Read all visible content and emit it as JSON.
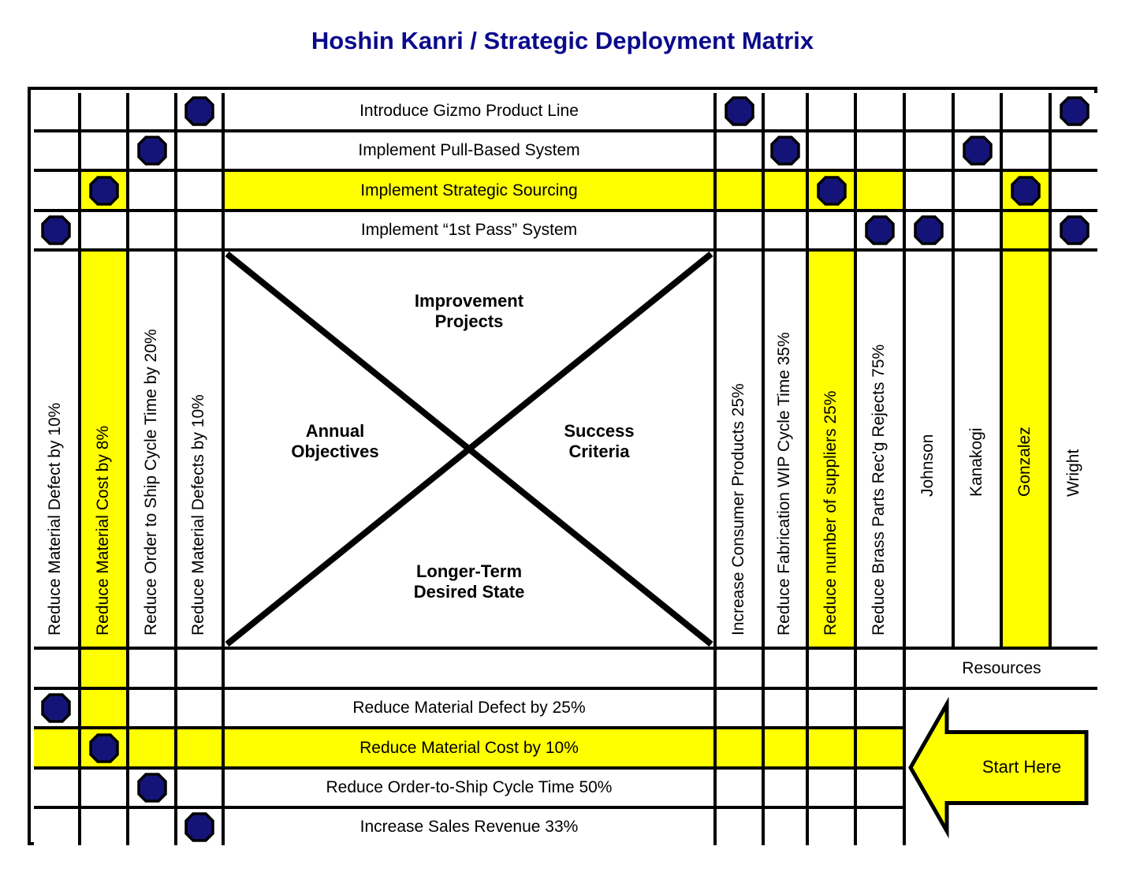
{
  "title": "Hoshin Kanri / Strategic Deployment Matrix",
  "colors": {
    "title": "#0a0a8c",
    "highlight": "#ffff00",
    "marker": "#141478",
    "grid": "#000000"
  },
  "center": {
    "top_label": "Improvement\nProjects",
    "top_label_line1": "Improvement",
    "top_label_line2": "Projects",
    "left_label_line1": "Annual",
    "left_label_line2": "Objectives",
    "right_label_line1": "Success",
    "right_label_line2": "Criteria",
    "bottom_label_line1": "Longer-Term",
    "bottom_label_line2": "Desired State"
  },
  "left_columns": [
    {
      "label": "Reduce Material Defect by 10%",
      "highlight": false
    },
    {
      "label": "Reduce Material Cost by 8%",
      "highlight": true
    },
    {
      "label": "Reduce Order to Ship Cycle Time by 20%",
      "highlight": false
    },
    {
      "label": "Reduce Material Defects by 10%",
      "highlight": false
    }
  ],
  "right_columns": [
    {
      "label": "Increase Consumer Products 25%",
      "highlight": false
    },
    {
      "label": "Reduce Fabrication WIP Cycle Time 35%",
      "highlight": false
    },
    {
      "label": "Reduce number of suppliers 25%",
      "highlight": true
    },
    {
      "label": "Reduce Brass Parts Rec'g Rejects 75%",
      "highlight": false
    }
  ],
  "resource_columns": [
    {
      "label": "Johnson",
      "highlight": false
    },
    {
      "label": "Kanakogi",
      "highlight": false
    },
    {
      "label": "Gonzalez",
      "highlight": true
    },
    {
      "label": "Wright",
      "highlight": false
    }
  ],
  "resources_header": "Resources",
  "start_here": "Start Here",
  "improvement_projects": [
    {
      "label": "Introduce Gizmo Product Line",
      "highlight": false,
      "left_marks": [
        false,
        false,
        false,
        true
      ],
      "right_marks": [
        true,
        false,
        false,
        false
      ],
      "resource_marks": [
        false,
        false,
        false,
        true
      ]
    },
    {
      "label": "Implement Pull-Based System",
      "highlight": false,
      "left_marks": [
        false,
        false,
        true,
        false
      ],
      "right_marks": [
        false,
        true,
        false,
        false
      ],
      "resource_marks": [
        false,
        true,
        false,
        false
      ]
    },
    {
      "label": "Implement Strategic Sourcing",
      "highlight": true,
      "left_marks": [
        false,
        true,
        false,
        false
      ],
      "right_marks": [
        false,
        false,
        true,
        false
      ],
      "resource_marks": [
        false,
        false,
        true,
        false
      ]
    },
    {
      "label": "Implement “1st Pass” System",
      "highlight": false,
      "left_marks": [
        true,
        false,
        false,
        false
      ],
      "right_marks": [
        false,
        false,
        false,
        true
      ],
      "resource_marks": [
        true,
        false,
        false,
        true
      ]
    }
  ],
  "annual_objectives": [
    {
      "label": "Reduce Material Defect by 25%",
      "highlight": false,
      "left_marks": [
        true,
        false,
        false,
        false
      ],
      "right_marks": [
        false,
        false,
        false,
        false
      ],
      "resource_marks": [
        false,
        false,
        false,
        false
      ]
    },
    {
      "label": "Reduce Material Cost by 10%",
      "highlight": true,
      "left_marks": [
        false,
        true,
        false,
        false
      ],
      "right_marks": [
        false,
        false,
        false,
        false
      ],
      "resource_marks": [
        false,
        false,
        false,
        false
      ]
    },
    {
      "label": "Reduce Order-to-Ship Cycle Time 50%",
      "highlight": false,
      "left_marks": [
        false,
        false,
        true,
        false
      ],
      "right_marks": [
        false,
        false,
        false,
        false
      ],
      "resource_marks": [
        false,
        false,
        false,
        false
      ]
    },
    {
      "label": "Increase Sales Revenue 33%",
      "highlight": false,
      "left_marks": [
        false,
        false,
        false,
        true
      ],
      "right_marks": [
        false,
        false,
        false,
        false
      ],
      "resource_marks": [
        false,
        false,
        false,
        false
      ]
    }
  ],
  "spacer_row": {
    "left_marks": [
      false,
      false,
      false,
      false
    ],
    "left_highlight": [
      false,
      true,
      false,
      false
    ]
  }
}
